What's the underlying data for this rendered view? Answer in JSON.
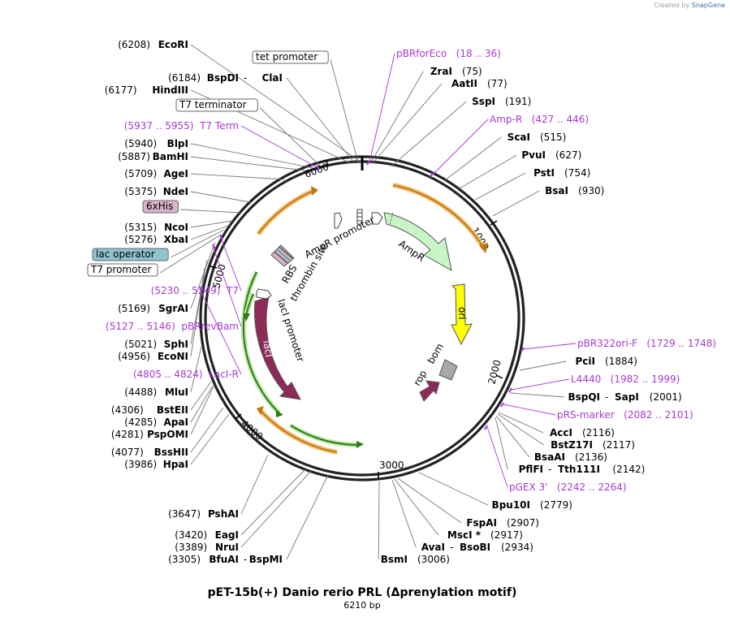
{
  "brand": {
    "prefix": "Created by",
    "name": "SnapGene"
  },
  "plasmid": {
    "name": "pET-15b(+) Danio rerio PRL (Δprenylation motif)",
    "size_text": "6210 bp",
    "length": 6210
  },
  "ticks": [
    "1000",
    "2000",
    "3000",
    "4000",
    "5000",
    "6000"
  ],
  "colors": {
    "primer": "#a63ad6",
    "amp": "#c9f5c6",
    "ori": "#ffff00",
    "laci": "#8d2a58",
    "rop": "#8d2a58",
    "bom": "#a5a8ad",
    "orange_arrow": "#f0a030",
    "green_arrow": "#2e9a20"
  },
  "features": [
    {
      "label": "AmpR",
      "kind": "arrow"
    },
    {
      "label": "ori",
      "kind": "arrow"
    },
    {
      "label": "lacI",
      "kind": "arrow"
    },
    {
      "label": "rop",
      "kind": "arrow"
    },
    {
      "label": "bom",
      "kind": "box"
    },
    {
      "label": "AmpR promoter",
      "kind": "promoter"
    },
    {
      "label": "lacI promoter",
      "kind": "promoter"
    },
    {
      "label": "RBS",
      "kind": "small"
    },
    {
      "label": "thrombin site",
      "kind": "small"
    }
  ],
  "left_labels": [
    {
      "pos": "(6208)",
      "name": "EcoRI"
    },
    {
      "box": "tet promoter",
      "style": "plain"
    },
    {
      "pos": "(6184)",
      "name": "BspDI",
      "name2": "ClaI"
    },
    {
      "pos": "(6177)",
      "name": "HindIII"
    },
    {
      "box": "T7 terminator",
      "style": "plain"
    },
    {
      "primer": "(5937 .. 5955)  T7 Term"
    },
    {
      "pos": "(5940)",
      "name": "BlpI"
    },
    {
      "pos": "(5887)",
      "name": "BamHI"
    },
    {
      "pos": "(5709)",
      "name": "AgeI"
    },
    {
      "pos": "(5375)",
      "name": "NdeI"
    },
    {
      "box": "6xHis",
      "style": "pink"
    },
    {
      "pos": "(5315)",
      "name": "NcoI"
    },
    {
      "pos": "(5276)",
      "name": "XbaI"
    },
    {
      "box": "lac operator",
      "style": "teal"
    },
    {
      "box": "T7 promoter",
      "style": "plain"
    },
    {
      "primer": "(5230 .. 5249)  T7"
    },
    {
      "pos": "(5169)",
      "name": "SgrAI"
    },
    {
      "primer": "(5127 .. 5146)  pBRrevBam"
    },
    {
      "pos": "(5021)",
      "name": "SphI"
    },
    {
      "pos": "(4956)",
      "name": "EcoNI"
    },
    {
      "primer": "(4805 .. 4824)  LacI-R"
    },
    {
      "pos": "(4488)",
      "name": "MluI"
    },
    {
      "pos": "(4306)",
      "name": "BstEII"
    },
    {
      "pos": "(4285)",
      "name": "ApaI"
    },
    {
      "pos": "(4281)",
      "name": "PspOMI"
    },
    {
      "pos": "(4077)",
      "name": "BssHII"
    },
    {
      "pos": "(3986)",
      "name": "HpaI"
    },
    {
      "pos": "(3647)",
      "name": "PshAI"
    },
    {
      "pos": "(3420)",
      "name": "EagI"
    },
    {
      "pos": "(3389)",
      "name": "NruI"
    },
    {
      "pos": "(3305)",
      "name": "BfuAI",
      "name2": "BspMI"
    }
  ],
  "right_labels": [
    {
      "primer": "pBRforEco   (18 .. 36)"
    },
    {
      "name": "ZraI",
      "pos": "(75)"
    },
    {
      "name": "AatII",
      "pos": "(77)"
    },
    {
      "name": "SspI",
      "pos": "(191)"
    },
    {
      "primer": "Amp-R   (427 .. 446)"
    },
    {
      "name": "ScaI",
      "pos": "(515)"
    },
    {
      "name": "PvuI",
      "pos": "(627)"
    },
    {
      "name": "PstI",
      "pos": "(754)"
    },
    {
      "name": "BsaI",
      "pos": "(930)"
    },
    {
      "primer": "pBR322ori-F   (1729 .. 1748)"
    },
    {
      "name": "PciI",
      "pos": "(1884)"
    },
    {
      "primer": "L4440   (1982 .. 1999)"
    },
    {
      "name": "BspQI",
      "name2": "SapI",
      "pos": "(2001)"
    },
    {
      "primer": "pRS-marker   (2082 .. 2101)"
    },
    {
      "name": "AccI",
      "pos": "(2116)"
    },
    {
      "name": "BstZ17I",
      "pos": "(2117)"
    },
    {
      "name": "BsaAI",
      "pos": "(2136)"
    },
    {
      "name": "PflFI",
      "name2": "Tth111I",
      "pos": "(2142)"
    },
    {
      "primer": "pGEX 3'   (2242 .. 2264)"
    },
    {
      "name": "Bpu10I",
      "pos": "(2779)"
    },
    {
      "name": "FspAI",
      "pos": "(2907)"
    },
    {
      "name": "MscI *",
      "pos": "(2917)"
    },
    {
      "name": "AvaI",
      "name2": "BsoBI",
      "pos": "(2934)"
    },
    {
      "name": "BsmI",
      "pos": "(3006)"
    }
  ]
}
